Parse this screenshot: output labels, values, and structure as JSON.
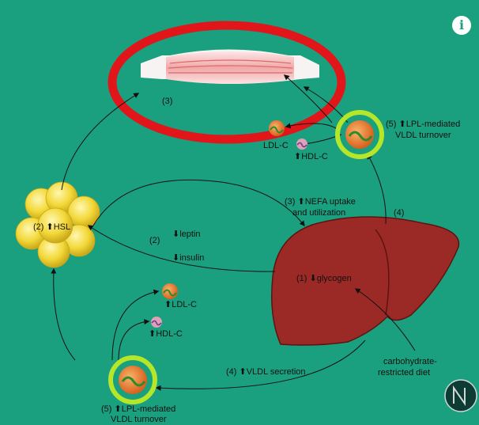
{
  "labels": {
    "muscle_step": "(3)",
    "hsl": "(2) ⬆HSL",
    "leptin": "⬇leptin",
    "step2": "(2)",
    "insulin": "⬇insulin",
    "nefa_line1": "(3) ⬆NEFA uptake",
    "nefa_line2": "and utilization",
    "step4_right": "(4)",
    "glycogen": "(1) ⬇glycogen",
    "lpl_top_line1": "(5) ⬆LPL-mediated",
    "lpl_top_line2": "VLDL turnover",
    "ldl_top": "LDL-C",
    "hdl_top": "⬆HDL-C",
    "ldl_bottom": "⬆LDL-C",
    "hdl_bottom": "⬆HDL-C",
    "vldl_secretion": "(4) ⬆VLDL secretion",
    "lpl_bottom_line1": "(5) ⬆LPL-mediated",
    "lpl_bottom_line2": "VLDL turnover",
    "diet_line1": "carbohydrate-",
    "diet_line2": "restricted diet"
  },
  "ui": {
    "info_icon": "i"
  },
  "colors": {
    "background": "#1aa07f",
    "highlight_ring": "#e0161b",
    "liver": "#9b2a26",
    "fat_cell": "#f3d838",
    "lpl_ring": "#b6e62a"
  },
  "icons": [
    "info-icon",
    "muscle-icon",
    "fat-cells-icon",
    "liver-icon",
    "lipoprotein-icon",
    "logo-icon"
  ]
}
